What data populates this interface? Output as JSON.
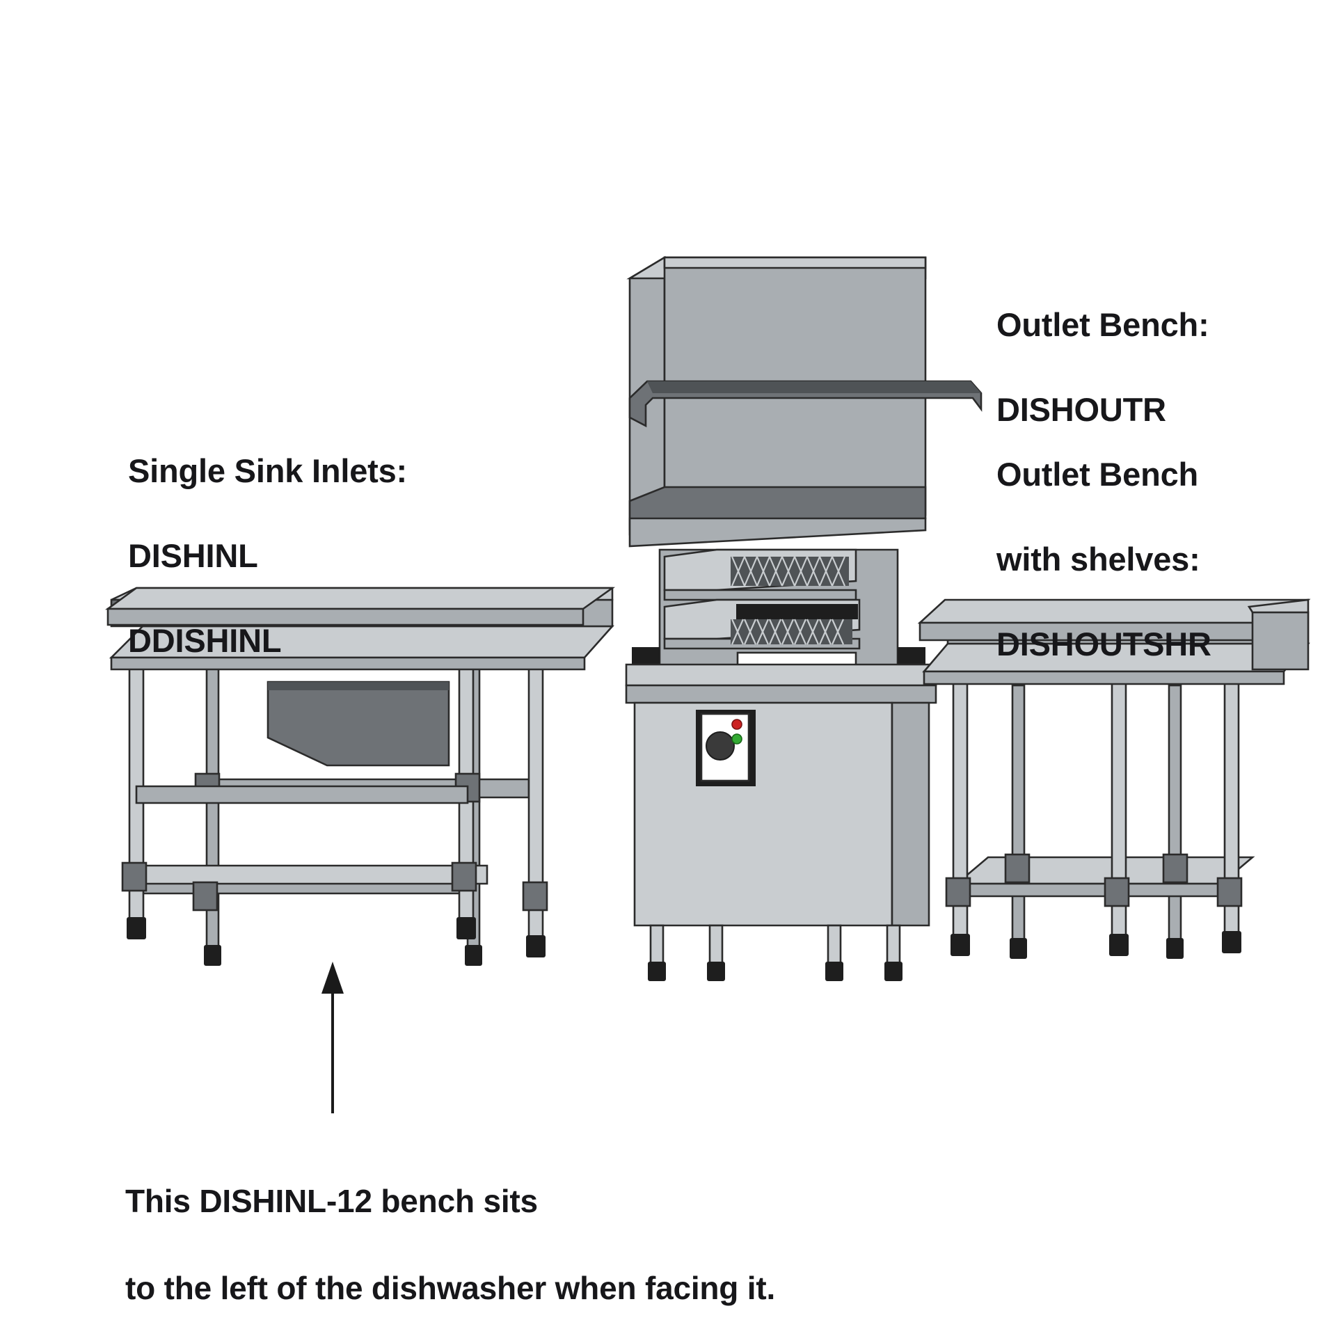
{
  "diagram": {
    "title": "Dishwasher inlet and outlet bench layout",
    "labels": {
      "left": {
        "line1": "Single Sink Inlets:",
        "line2": "DISHINL",
        "line3": "DDISHINL"
      },
      "right_top": {
        "line1": "Outlet Bench:",
        "line2": "DISHOUTR"
      },
      "right_bottom": {
        "line1": "Outlet Bench",
        "line2": "with shelves:",
        "line3": "DISHOUTSHR"
      },
      "caption": {
        "line1": "This DISHINL-12 bench sits",
        "line2": "to the left of the dishwasher when facing it."
      }
    },
    "annotations": {
      "arrow": {
        "name": "callout-arrow",
        "points_to": "left inlet bench",
        "direction": "up"
      }
    },
    "objects": [
      {
        "name": "inlet-bench",
        "code": "DISHINL",
        "position": "left",
        "features": [
          "splashback",
          "sink-bowl",
          "tubular-legs",
          "cross-rails",
          "adjustable-feet"
        ]
      },
      {
        "name": "pass-through-dishwasher",
        "code": "DISHWASHER",
        "position": "center",
        "features": [
          "lift-hood",
          "handle-bar",
          "wash-racks",
          "control-panel",
          "legs"
        ]
      },
      {
        "name": "outlet-bench-with-shelf",
        "code": "DISHOUTSHR",
        "position": "right",
        "features": [
          "splashback",
          "undershelf",
          "tubular-legs",
          "adjustable-feet"
        ]
      }
    ],
    "control_panel": {
      "name": "dishwasher-control-panel",
      "knob": "rotary-dial",
      "indicator_lights": [
        {
          "name": "power-indicator-light",
          "color": "#cc2222"
        },
        {
          "name": "ready-indicator-light",
          "color": "#33aa33"
        }
      ],
      "face_color": "#ffffff"
    },
    "palette": {
      "metal_light": "#c9cdd0",
      "metal_mid": "#a9aeb2",
      "metal_dark": "#6e7276",
      "metal_darker": "#4f5356",
      "outline": "#2b2b2b",
      "text": "#17171a",
      "background": "#ffffff"
    }
  }
}
